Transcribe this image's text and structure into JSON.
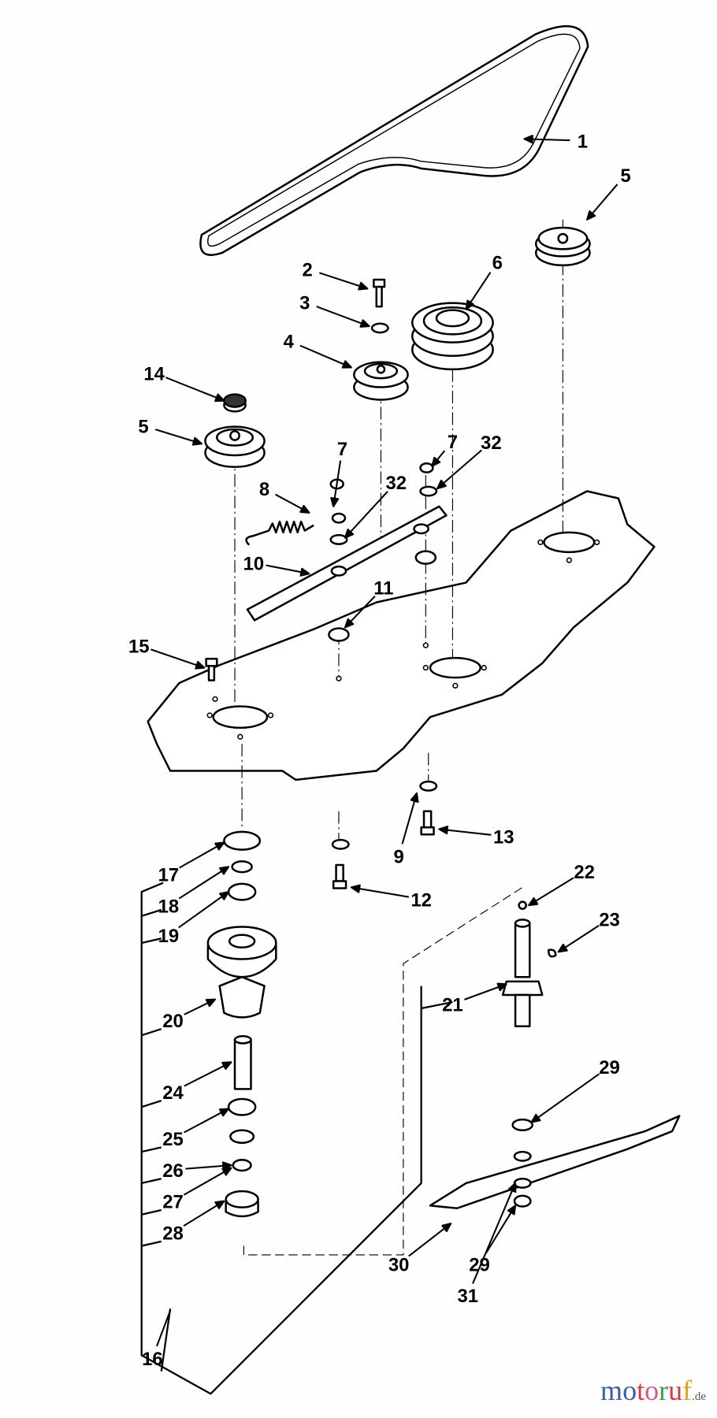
{
  "diagram": {
    "type": "exploded parts diagram",
    "callouts": [
      "1",
      "5",
      "2",
      "3",
      "4",
      "6",
      "14",
      "5",
      "7",
      "7",
      "32",
      "32",
      "8",
      "10",
      "11",
      "15",
      "13",
      "9",
      "17",
      "18",
      "19",
      "12",
      "22",
      "23",
      "21",
      "20",
      "24",
      "29",
      "25",
      "26",
      "27",
      "28",
      "30",
      "29",
      "31",
      "16"
    ]
  },
  "watermark": {
    "letters": [
      "m",
      "o",
      "t",
      "o",
      "r",
      "u",
      "f"
    ],
    "letter_colors": [
      "#3b5bb0",
      "#3b5bb0",
      "#d83a3a",
      "#e0509a",
      "#3aa04a",
      "#d83a3a",
      "#e8a020"
    ],
    "suffix": ".de"
  }
}
